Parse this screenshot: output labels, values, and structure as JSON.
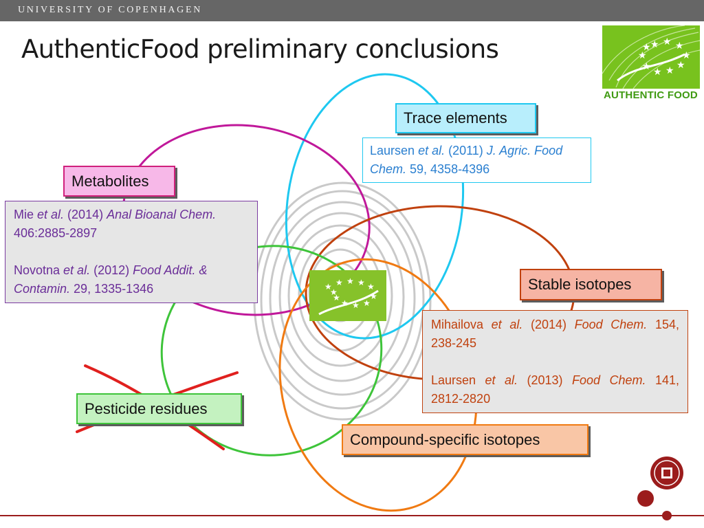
{
  "header": {
    "university": "UNIVERSITY OF COPENHAGEN"
  },
  "slide": {
    "title": "AuthenticFood preliminary conclusions"
  },
  "logo": {
    "text": "AUTHENTIC FOOD",
    "icon": "leaf-stars-icon"
  },
  "categories": {
    "trace_elements": "Trace elements",
    "metabolites": "Metabolites",
    "stable_isotopes": "Stable isotopes",
    "pesticide_residues": "Pesticide residues",
    "compound_specific": "Compound-specific isotopes"
  },
  "refs": {
    "trace": {
      "a": "Laursen ",
      "b": "et al.",
      "c": " (2011) ",
      "d": "J. Agric. Food Chem.",
      "e": " 59, 4358-4396"
    },
    "metabolites_1": {
      "a": "Mie ",
      "b": "et al.",
      "c": " (2014) ",
      "d": "Anal Bioanal Chem.",
      "e": " 406:2885-2897"
    },
    "metabolites_2": {
      "a": "Novotna ",
      "b": "et al.",
      "c": " (2012) ",
      "d": "Food Addit. & Contamin.",
      "e": " 29, 1335-1346"
    },
    "isotopes_1": {
      "a": "Mihailova ",
      "b": "et al.",
      "c": " (2014) ",
      "d": "Food Chem.",
      "e": " 154, 238-245"
    },
    "isotopes_2": {
      "a": "Laursen ",
      "b": "et al.",
      "c": " (2013) ",
      "d": "Food Chem.",
      "e": " 141, 2812-2820"
    }
  },
  "colors": {
    "trace_elements": "#1ec8f0",
    "metabolites": "#c0189a",
    "stable_isotopes": "#c0410e",
    "pesticide_residues": "#3ec43a",
    "compound_specific": "#f07a12",
    "strike": "#e0201e"
  }
}
